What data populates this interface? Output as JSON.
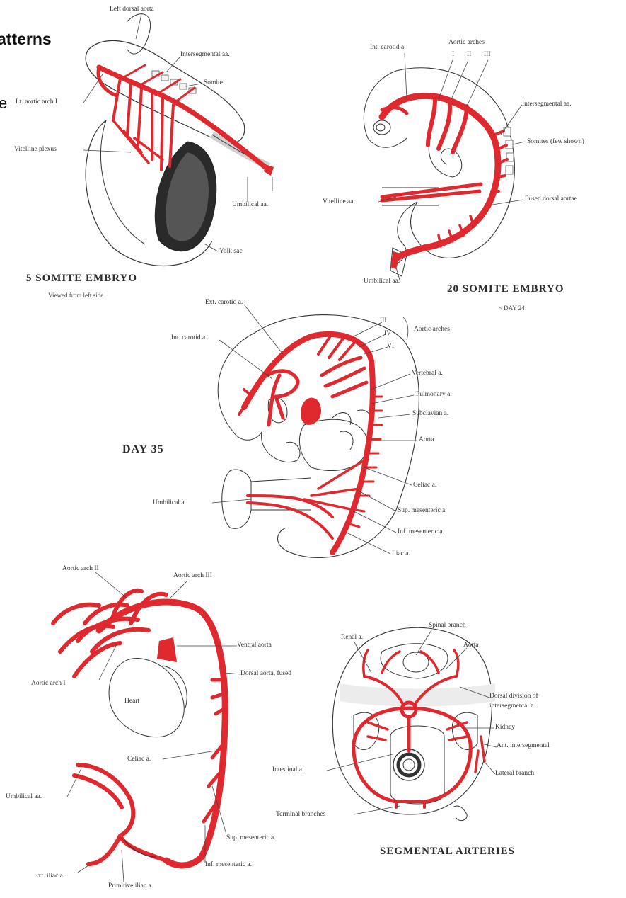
{
  "slide": {
    "title_fragment": "atterns",
    "letter_fragment": "e"
  },
  "colors": {
    "artery": "#e0282f",
    "outline": "#333333",
    "background": "#ffffff"
  },
  "panel_5somite": {
    "title": "5 SOMITE EMBRYO",
    "subtitle": "Viewed from left side",
    "labels": {
      "left_dorsal_aorta": "Left dorsal aorta",
      "intersegmental": "Intersegmental aa.",
      "somite": "Somite",
      "aortic_arch_1": "Lt. aortic arch I",
      "vitelline_plexus": "Vitelline plexus",
      "umbilical": "Umbilical aa.",
      "yolk_sac": "Yolk sac"
    }
  },
  "panel_20somite": {
    "title": "20 SOMITE EMBRYO",
    "subtitle": "~ DAY 24",
    "labels": {
      "int_carotid": "Int. carotid a.",
      "aortic_arches": "Aortic arches",
      "arch_i": "I",
      "arch_ii": "II",
      "arch_iii": "III",
      "intersegmental": "Intersegmental aa.",
      "somites": "Somites (few shown)",
      "vitelline": "Vitelline aa.",
      "fused_dorsal_aortae": "Fused dorsal aortae",
      "umbilical": "Umbilical aa."
    }
  },
  "panel_day35": {
    "title": "DAY 35",
    "labels": {
      "ext_carotid": "Ext. carotid a.",
      "int_carotid": "Int. carotid a.",
      "aortic_arches": "Aortic arches",
      "arch_iii": "III",
      "arch_iv": "IV",
      "arch_vi": "VI",
      "vertebral": "Vertebral a.",
      "pulmonary": "Pulmonary a.",
      "subclavian": "Subclavian a.",
      "aorta": "Aorta",
      "celiac": "Celiac a.",
      "sup_mesenteric": "Sup. mesenteric a.",
      "inf_mesenteric": "Inf. mesenteric a.",
      "iliac": "Iliac a.",
      "umbilical": "Umbilical a."
    }
  },
  "panel_lateral": {
    "labels": {
      "aortic_arch_ii": "Aortic arch II",
      "aortic_arch_iii": "Aortic arch III",
      "ventral_aorta": "Ventral aorta",
      "dorsal_aorta_fused": "Dorsal aorta, fused",
      "aortic_arch_i": "Aortic arch I",
      "heart": "Heart",
      "celiac": "Celiac a.",
      "umbilical": "Umbilical aa.",
      "sup_mesenteric": "Sup. mesenteric a.",
      "inf_mesenteric": "Inf. mesenteric a.",
      "ext_iliac": "Ext. iliac a.",
      "primitive_iliac": "Primitive iliac a."
    }
  },
  "panel_segmental": {
    "title": "SEGMENTAL ARTERIES",
    "labels": {
      "spinal_branch": "Spinal branch",
      "renal": "Renal a.",
      "aorta": "Aorta",
      "dorsal_division": "Dorsal division of",
      "dorsal_division_2": "intersegmental a.",
      "kidney": "Kidney",
      "ant_intersegmental": "Ant. intersegmental",
      "intestinal": "Intestinal a.",
      "lateral_branch": "Lateral branch",
      "terminal_branches": "Terminal branches"
    }
  }
}
